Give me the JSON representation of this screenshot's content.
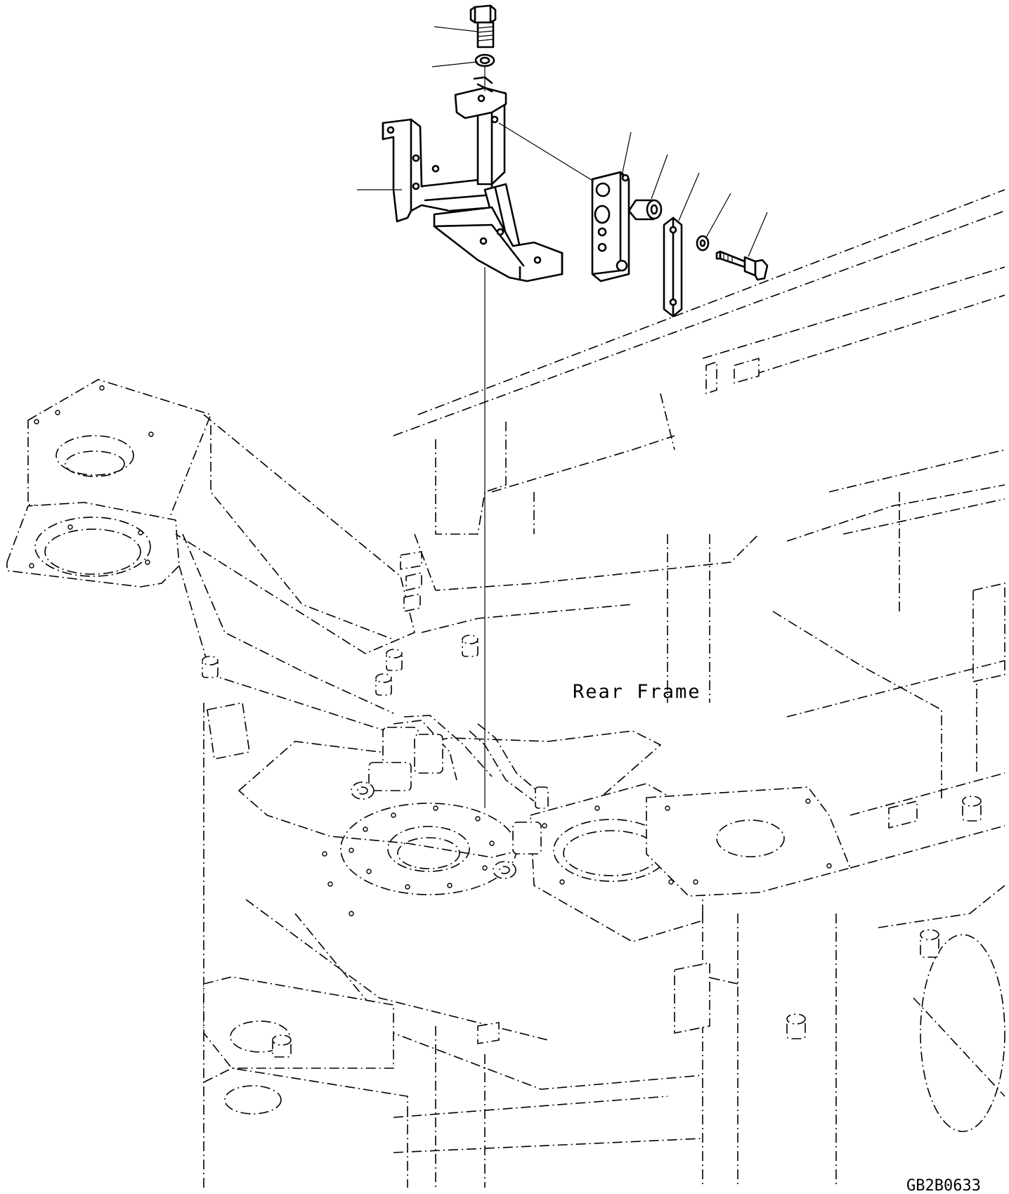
{
  "drawing": {
    "frame_label": "Rear Frame",
    "drawing_code": "GB2B0633"
  },
  "callouts": [
    {
      "part": "bolt"
    },
    {
      "part": "washer"
    },
    {
      "part": "bracket"
    },
    {
      "part": "block"
    },
    {
      "part": "collar"
    },
    {
      "part": "plate"
    },
    {
      "part": "washer"
    },
    {
      "part": "bolt"
    }
  ]
}
